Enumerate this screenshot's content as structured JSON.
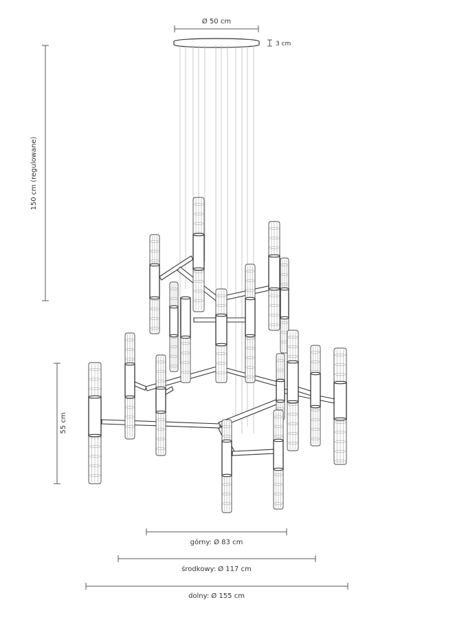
{
  "dimensions": {
    "canopy_diameter": "Ø 50 cm",
    "canopy_height": "3 cm",
    "suspension_length": "150 cm (regulowane)",
    "body_height": "55 cm",
    "upper_diameter": "górny: Ø 83 cm",
    "middle_diameter": "środkowy: Ø 117 cm",
    "lower_diameter": "dolny: Ø 155 cm"
  }
}
